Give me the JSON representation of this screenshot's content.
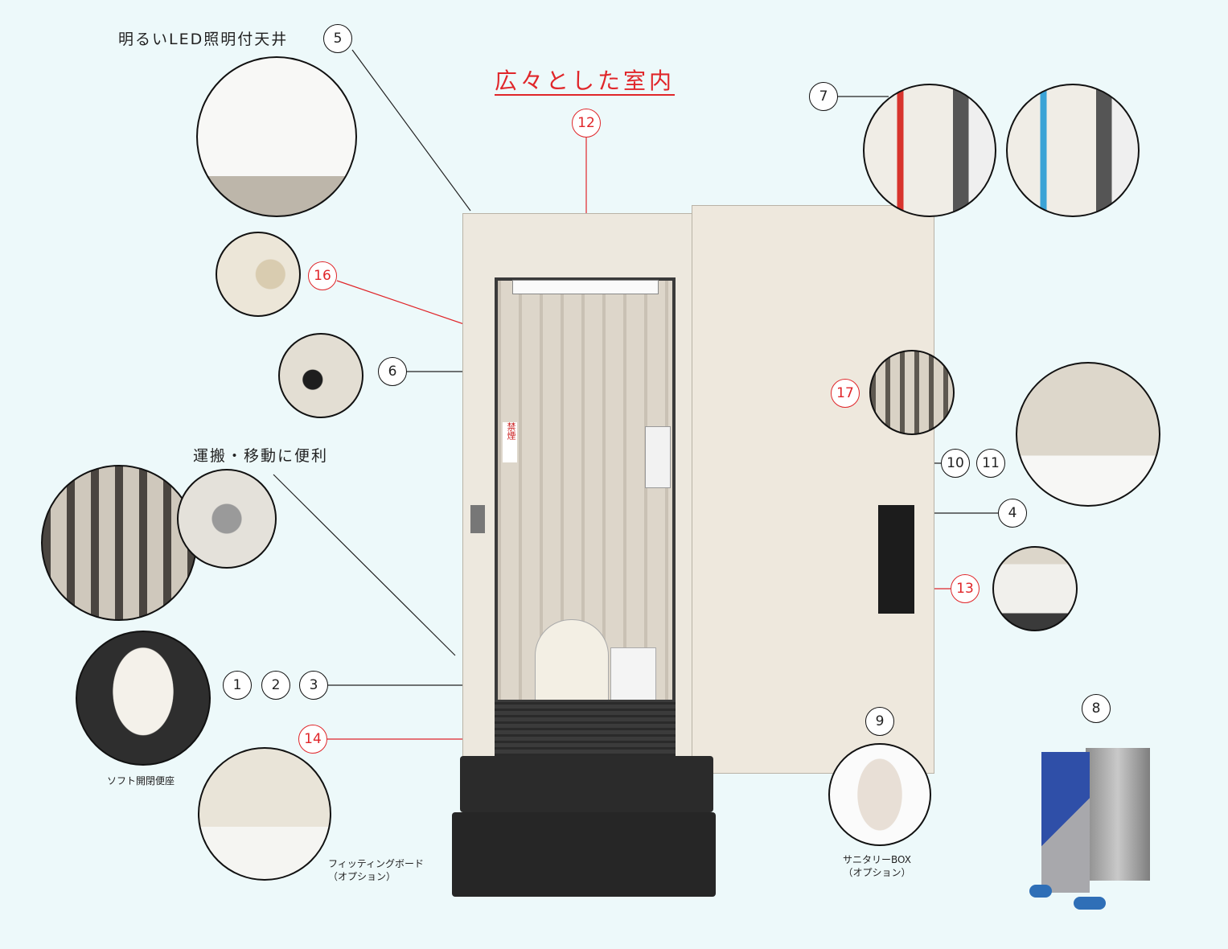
{
  "headings": {
    "led_ceiling": "明るいLED照明付天井",
    "spacious": "広々とした室内",
    "transport": "運搬・移動に便利"
  },
  "captions": {
    "soft_seat": "ソフト開閉便座",
    "fitting_board": "フィッティングボード",
    "fitting_board_option": "（オプション）",
    "sanitary_box": "サニタリーBOX",
    "sanitary_box_option": "（オプション）"
  },
  "signage": {
    "no_smoking": "禁煙"
  },
  "callouts": {
    "n1": "1",
    "n2": "2",
    "n3": "3",
    "n4": "4",
    "n5": "5",
    "n6": "6",
    "n7": "7",
    "n8": "8",
    "n9": "9",
    "n10": "10",
    "n11": "11",
    "n12": "12",
    "n13": "13",
    "n14": "14",
    "n16": "16",
    "n17": "17"
  },
  "colors": {
    "accent_red": "#e0262a",
    "background": "#edf9fa"
  }
}
